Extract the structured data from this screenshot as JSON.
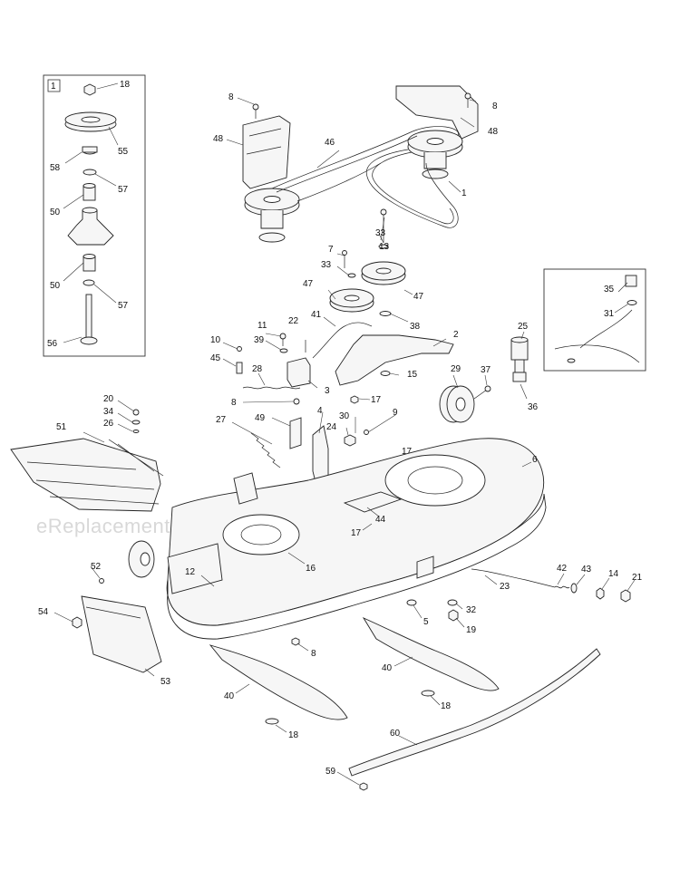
{
  "watermark": "eReplacementParts.com",
  "inset_label": "1",
  "callouts": {
    "c18a": "18",
    "c55": "55",
    "c58": "58",
    "c57a": "57",
    "c50a": "50",
    "c50b": "50",
    "c57b": "57",
    "c56": "56",
    "c8a": "8",
    "c48a": "48",
    "c46": "46",
    "c8b": "8",
    "c48b": "48",
    "c1": "1",
    "c33a": "33",
    "c13": "13",
    "c7": "7",
    "c33b": "33",
    "c47a": "47",
    "c47b": "47",
    "c38": "38",
    "c41": "41",
    "c22": "22",
    "c11": "11",
    "c2": "2",
    "c10": "10",
    "c39": "39",
    "c45": "45",
    "c28": "28",
    "c3": "3",
    "c15": "15",
    "c25": "25",
    "c35": "35",
    "c31": "31",
    "c29": "29",
    "c37": "37",
    "c36": "36",
    "c17a": "17",
    "c20": "20",
    "c34": "34",
    "c26": "26",
    "c8c": "8",
    "c27": "27",
    "c49": "49",
    "c4": "4",
    "c30": "30",
    "c9": "9",
    "c24": "24",
    "c17b": "17",
    "c51": "51",
    "c6": "6",
    "c44": "44",
    "c17c": "17",
    "c52": "52",
    "c12": "12",
    "c16": "16",
    "c42": "42",
    "c43": "43",
    "c14": "14",
    "c21": "21",
    "c23": "23",
    "c32": "32",
    "c5": "5",
    "c19": "19",
    "c54": "54",
    "c8d": "8",
    "c40a": "40",
    "c53": "53",
    "c40b": "40",
    "c18b": "18",
    "c18c": "18",
    "c60": "60",
    "c59": "59"
  }
}
